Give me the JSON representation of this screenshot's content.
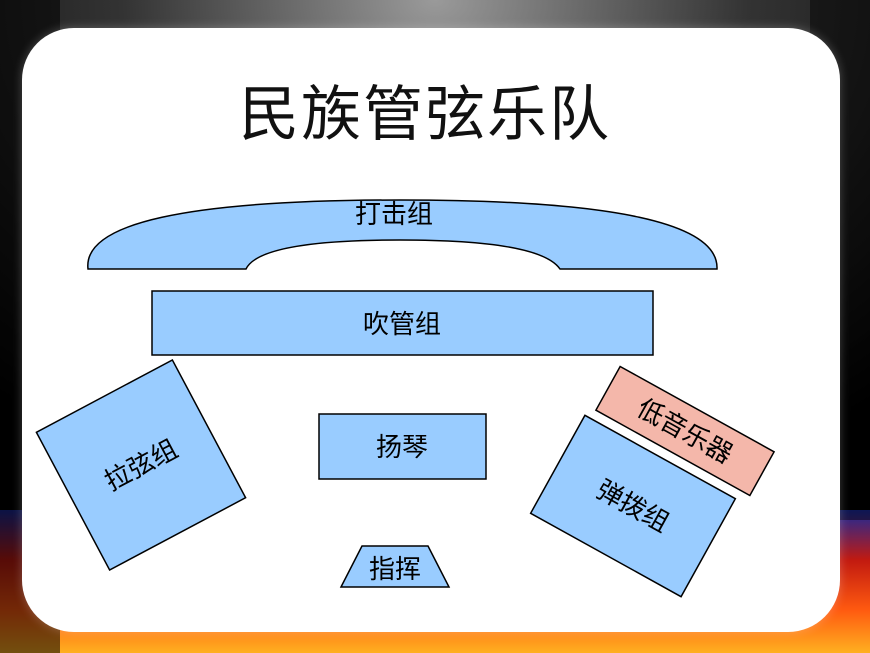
{
  "title": "民族管弦乐队",
  "sections": {
    "percussion": "打击组",
    "winds": "吹管组",
    "bowed_strings": "拉弦组",
    "yangqin": "扬琴",
    "bass_instruments": "低音乐器",
    "plucked_strings": "弹拨组",
    "conductor": "指挥"
  },
  "colors": {
    "section_fill": "#99ccff",
    "bass_fill": "#f4b7aa",
    "panel": "#ffffff",
    "stroke": "#000000"
  }
}
